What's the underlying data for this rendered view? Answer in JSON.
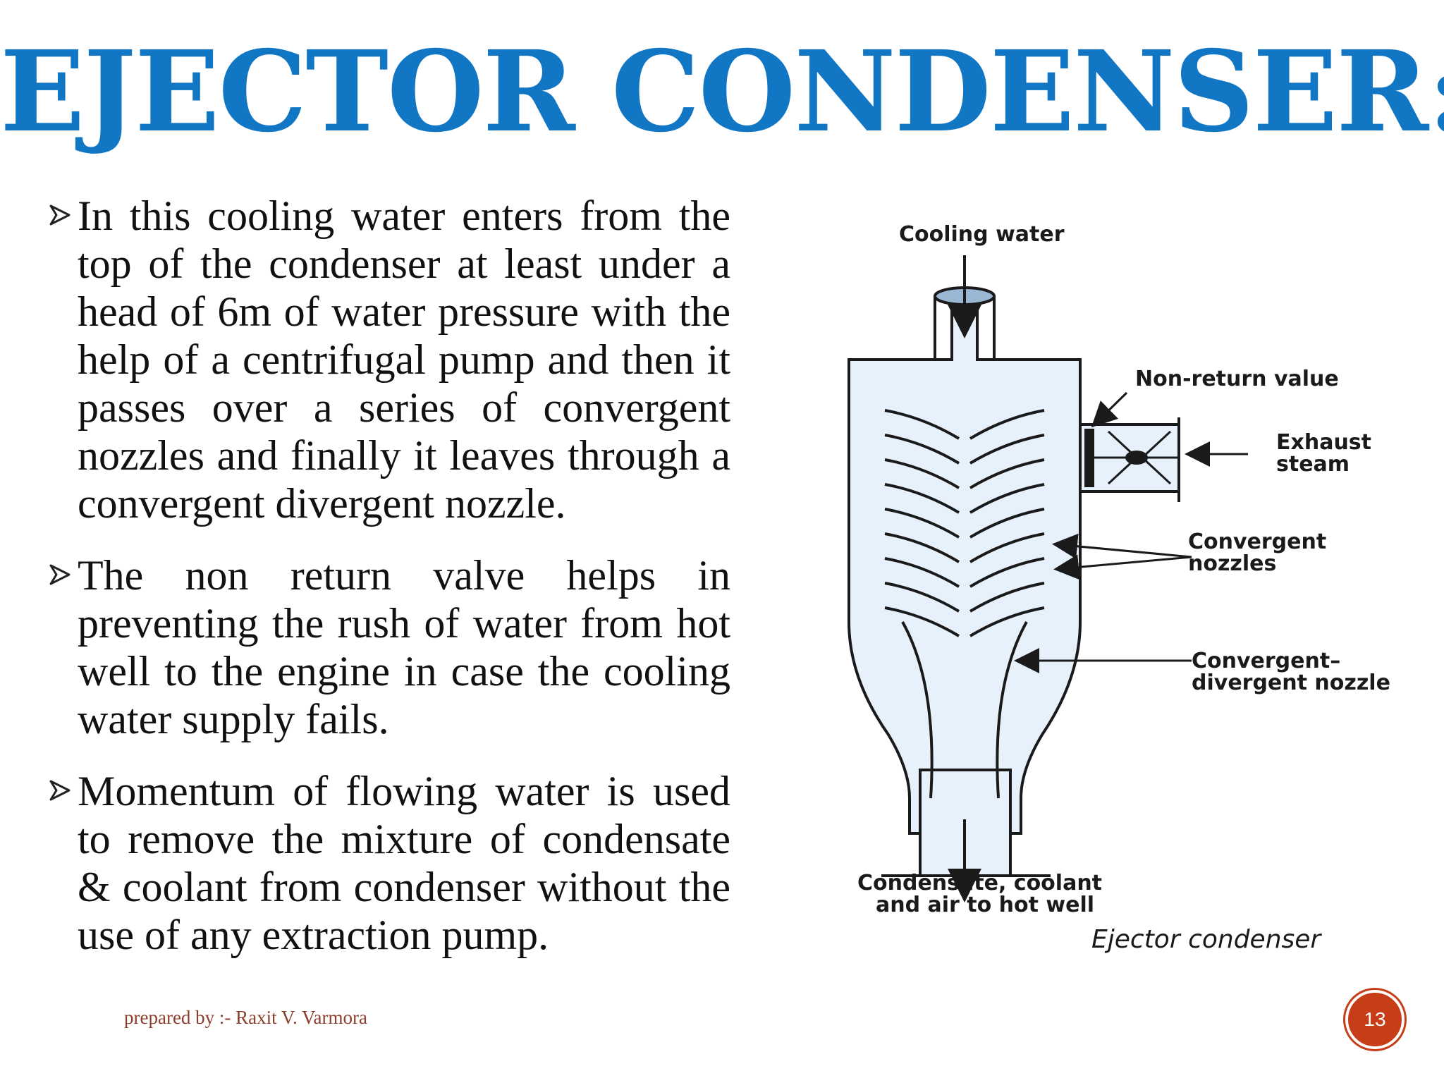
{
  "slide": {
    "title": "EJECTOR CONDENSER:",
    "bullets": [
      "In this cooling water enters from the top of the condenser at least under a head of 6m of water pressure with the help of a centrifugal pump and then it passes over a series of convergent nozzles and finally it leaves through a convergent divergent nozzle.",
      "The non return valve helps in preventing the rush of water from hot well to the engine in case the cooling water supply fails.",
      "Momentum of flowing water is used to remove the mixture of condensate & coolant from condenser without the use of any extraction pump."
    ],
    "footer": "prepared by :- Raxit V. Varmora",
    "page_number": "13"
  },
  "diagram": {
    "labels": {
      "cooling_water": "Cooling water",
      "non_return_valve": "Non-return value",
      "exhaust_steam_line1": "Exhaust",
      "exhaust_steam_line2": "steam",
      "convergent_nozzles_line1": "Convergent",
      "convergent_nozzles_line2": "nozzles",
      "cd_nozzle_line1": "Convergent–",
      "cd_nozzle_line2": "divergent nozzle",
      "outlet_line1": "Condensate, coolant",
      "outlet_line2": "and air to hot well",
      "caption": "Ejector condenser"
    }
  },
  "colors": {
    "title": "#1177c5",
    "text": "#111111",
    "footer": "#8a3f2c",
    "badge": "#c63d18",
    "diagram_fill": "#e7f1fb"
  }
}
